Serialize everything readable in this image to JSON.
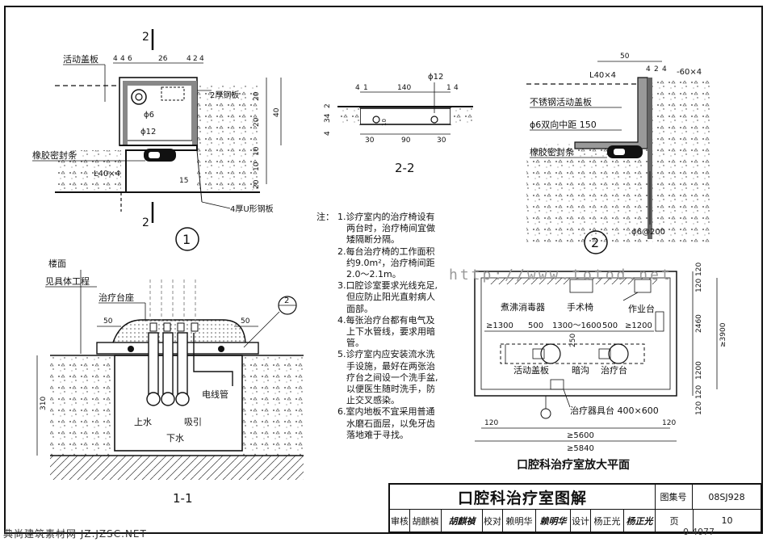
{
  "sheet": {
    "title": "口腔科治疗室图解",
    "atlas_label": "图集号",
    "atlas_no": "08SJ928",
    "page_label": "页",
    "page_no": "10",
    "review_label": "审核",
    "review_name": "胡麒禎",
    "check_label": "校对",
    "check_name": "赖明华",
    "design_label": "设计",
    "design_name": "杨正光",
    "sig1": "胡麒禎",
    "sig2": "赖明华",
    "sig3": "杨正光",
    "watermark_url": "http://www.totod.net",
    "watermark_bottom": "典尚建筑素材网 JZ.JZSC.NET",
    "image_code": "0-4077"
  },
  "detail1": {
    "section_mark": "2",
    "callout": "1",
    "lbl_cover": "活动盖板",
    "lbl_plate": "2厚钢板",
    "lbl_seal": "橡胶密封条",
    "lbl_angle": "L40×4",
    "lbl_phi6": "ϕ6",
    "lbl_phi12": "ϕ12",
    "lbl_uplate": "4厚U形钢板",
    "dims_top": [
      "4",
      "4",
      "6",
      "26",
      "4",
      "2",
      "4"
    ],
    "dims_right": [
      "20",
      "20",
      "40",
      "10",
      "10",
      "20"
    ],
    "dim_15": "15"
  },
  "section22": {
    "title": "2-2",
    "lbl_phi12": "ϕ12",
    "dims_top": [
      "4",
      "1",
      "140",
      "1",
      "4"
    ],
    "dims_bottom": [
      "30",
      "90",
      "30"
    ],
    "dims_left": [
      "2",
      "34",
      "4"
    ],
    "dim_10": "10"
  },
  "detail2": {
    "callout": "2",
    "dim_50": "50",
    "lbl_angle": "L40×4",
    "dims_small": [
      "4",
      "2",
      "4"
    ],
    "lbl_flat": "-60×4",
    "lbl_cover": "不锈钢活动盖板",
    "lbl_rebar": "ϕ6双向中距 150",
    "lbl_seal": "橡胶密封条",
    "lbl_anchor": "ϕ6@200"
  },
  "notes": {
    "head": "注：",
    "items": [
      "1.诊疗室内的治疗椅设有",
      "　两台时，治疗椅间宜做",
      "　矮隔断分隔。",
      "2.每台治疗椅的工作面积",
      "　约9.0m²，治疗椅间距",
      "　2.0～2.1m。",
      "3.口腔诊室要求光线充足,",
      "　但应防止阳光直射病人",
      "　面部。",
      "4.每张治疗台都有电气及",
      "　上下水管线，要求用暗",
      "　管。",
      "5.诊疗室内应安装流水洗",
      "　手设施，最好在两张治",
      "　疗台之间设一个洗手盆,",
      "　以便医生随时洗手，防",
      "　止交叉感染。",
      "6.室内地板不宜采用普通",
      "　水磨石面层，以免牙齿",
      "　落地难于寻找。"
    ]
  },
  "section11": {
    "title": "1-1",
    "lbl_floor": "楼面",
    "lbl_see": "见具体工程",
    "lbl_base": "治疗台座",
    "callout": "2",
    "dim_50a": "50",
    "dim_50b": "50",
    "lbl_conduit": "电线管",
    "lbl_supply": "上水",
    "lbl_suction": "吸引",
    "lbl_drain": "下水",
    "dim_310": "310"
  },
  "plan": {
    "title": "口腔科治疗室放大平面",
    "lbl_sterilizer": "煮沸消毒器",
    "lbl_chair": "手术椅",
    "lbl_bench": "作业台",
    "lbl_cover": "活动盖板",
    "lbl_trench": "暗沟",
    "lbl_table": "治疗台",
    "lbl_tools": "治疗器具台 400×600",
    "dims_row": [
      "≥1300",
      "500",
      "1300～1600",
      "500",
      "≥1200"
    ],
    "dim_250": "250",
    "dims_right": [
      "120",
      "120",
      "2460",
      "1200",
      "120",
      "120"
    ],
    "dim_3900": "≥3900",
    "dim_120a": "120",
    "dim_120b": "120",
    "dim_5600": "≥5600",
    "dim_5840": "≥5840"
  },
  "colors": {
    "ink": "#111111",
    "paper": "#ffffff",
    "fill_grey": "#d9d9d9"
  }
}
